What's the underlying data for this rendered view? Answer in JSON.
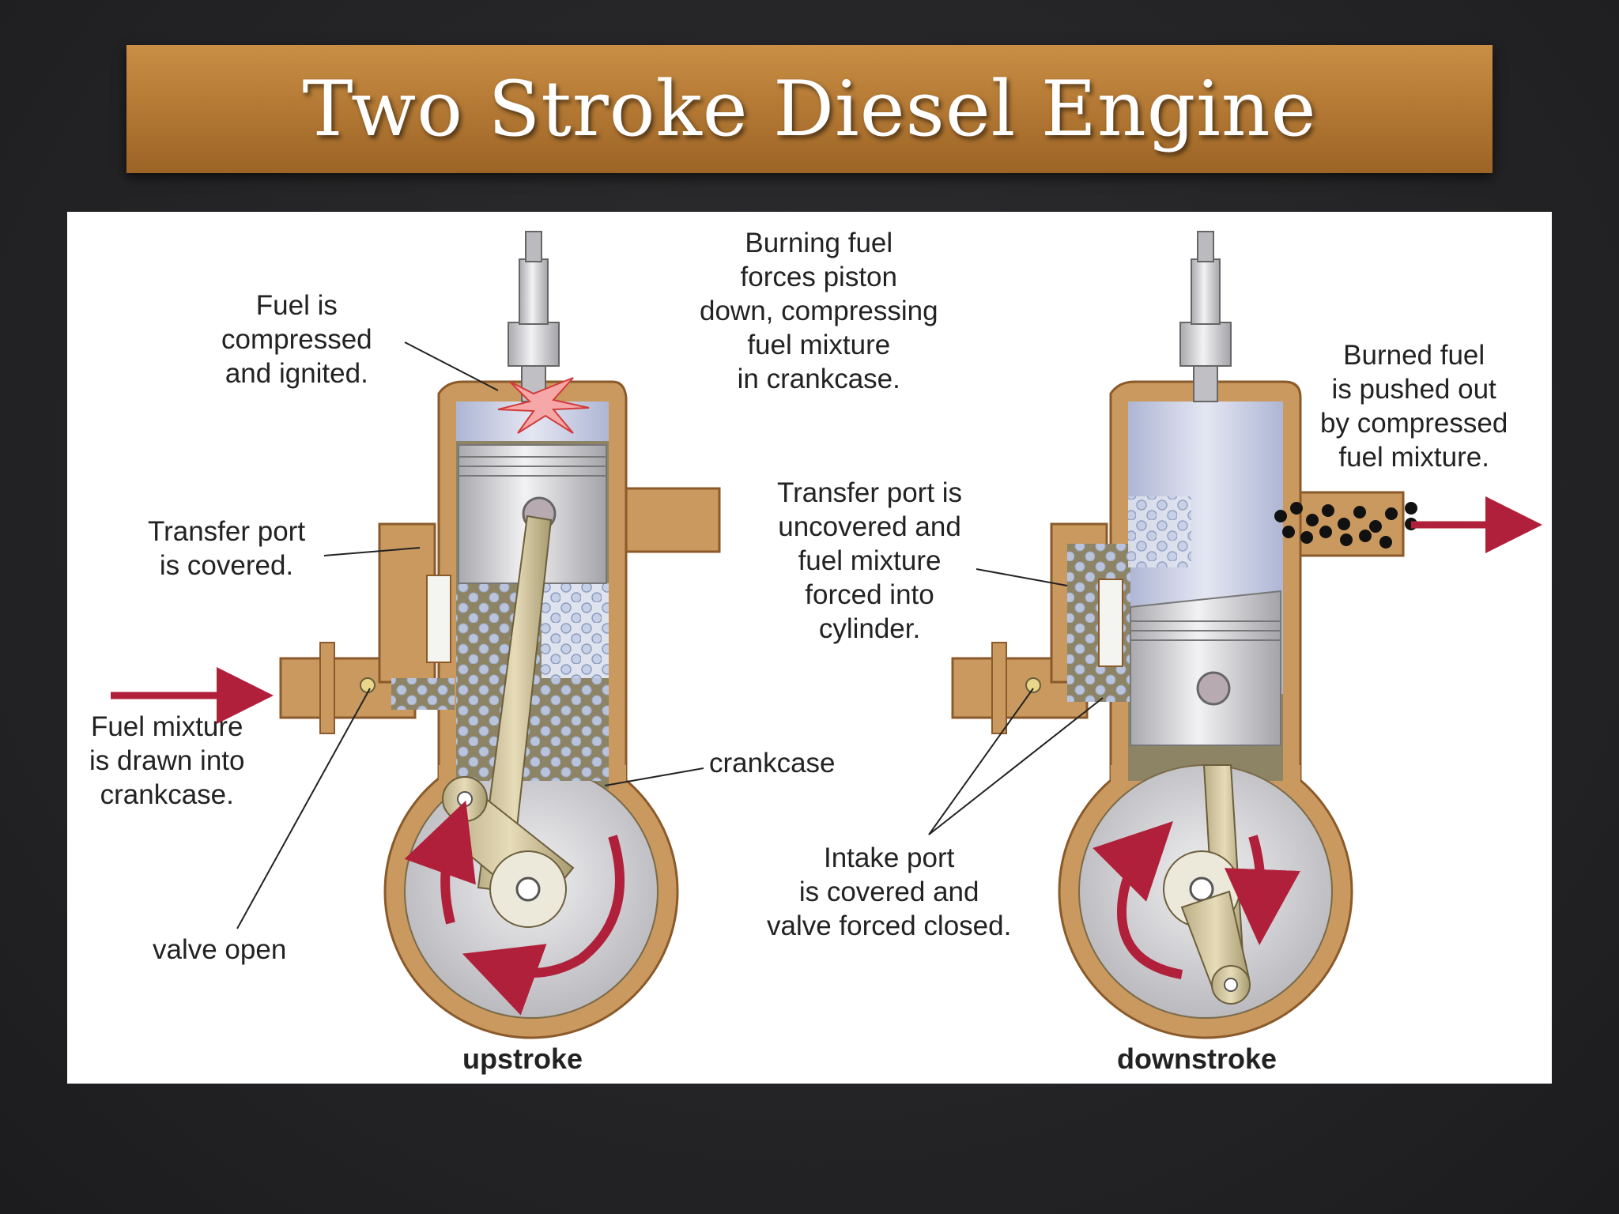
{
  "title": "Two Stroke Diesel Engine",
  "labels": {
    "fuel_compressed": "Fuel is\ncompressed\nand ignited.",
    "burning_fuel": "Burning fuel\nforces piston\ndown, compressing\nfuel mixture\nin crankcase.",
    "burned_fuel": "Burned fuel\nis pushed out\nby compressed\nfuel mixture.",
    "transfer_covered": "Transfer port\nis covered.",
    "transfer_uncovered": "Transfer port is\nuncovered and\nfuel mixture\nforced into\ncylinder.",
    "fuel_drawn": "Fuel mixture\nis drawn into\ncrankcase.",
    "crankcase": "crankcase",
    "intake_port": "Intake port\nis covered and\nvalve forced closed.",
    "valve_open": "valve open",
    "upstroke": "upstroke",
    "downstroke": "downstroke"
  },
  "colors": {
    "casing": "#c9995f",
    "casing_dark": "#8a5a2b",
    "metal": "#d8d8dc",
    "arrow": "#b0203a"
  }
}
